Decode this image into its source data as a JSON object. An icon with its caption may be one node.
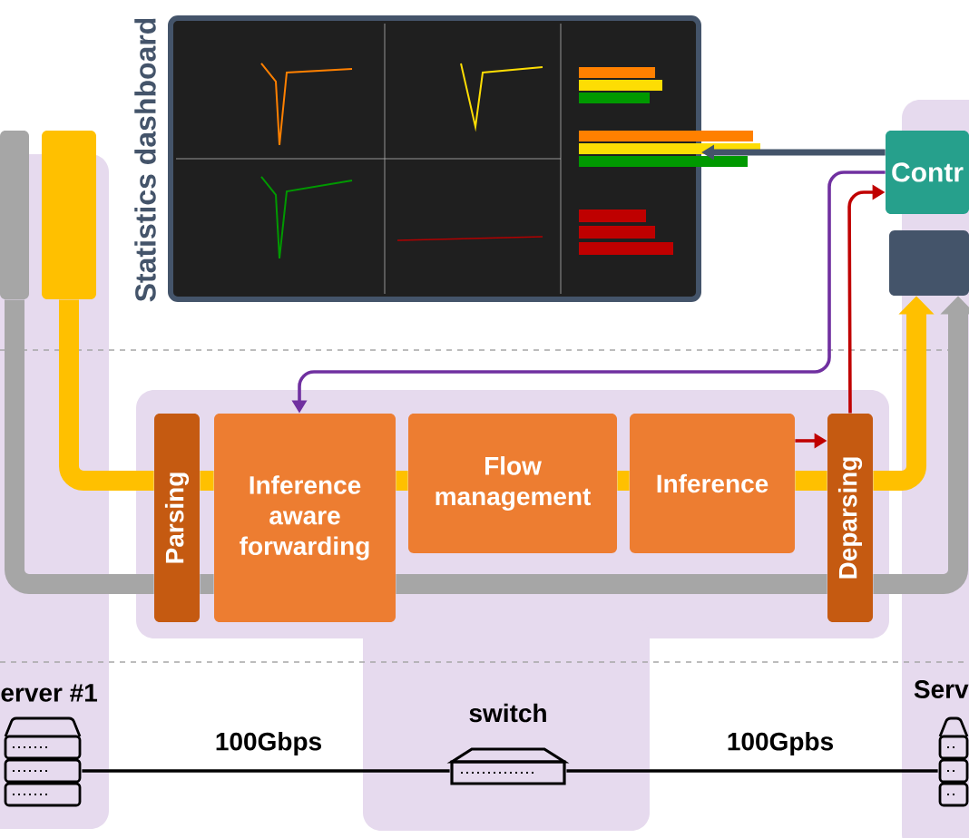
{
  "diagram": {
    "nodes": [
      {
        "text": [],
        "shape": "box"
      },
      {
        "text": [],
        "shape": "box"
      },
      {
        "text": [],
        "shape": "picture",
        "beside": [
          "Statistics dashboard"
        ]
      },
      {
        "text": [
          "Contr"
        ]
      },
      {
        "text": [],
        "shape": "box"
      },
      {
        "text": [
          "Parsing"
        ]
      },
      {
        "text": [
          "Inference aware forwarding"
        ]
      },
      {
        "text": [
          "Flow management"
        ]
      },
      {
        "text": [
          "Inference"
        ]
      },
      {
        "text": [
          "Deparsing"
        ]
      },
      {
        "text": [],
        "shape": "server",
        "beside": [
          "erver #1"
        ]
      },
      {
        "text": [],
        "shape": "switch",
        "beside": [
          "switch"
        ]
      },
      {
        "text": [],
        "shape": "server",
        "beside": [
          "Serv"
        ]
      }
    ],
    "edges": [
      {
        "from": 3,
        "to": 2,
        "arrow": "to",
        "color": "#44546a"
      },
      {
        "from": 3,
        "to": 6,
        "arrow": "to",
        "color": "#7030a0"
      },
      {
        "from": 8,
        "to": 9,
        "arrow": "to",
        "color": "#c00000"
      },
      {
        "from": 9,
        "to": 3,
        "arrow": "to",
        "color": "#c00000"
      },
      {
        "from": 1,
        "to": 5,
        "arrow": "none",
        "color": "#ffc000"
      },
      {
        "from": 5,
        "to": 6,
        "arrow": "none",
        "color": "#ffc000"
      },
      {
        "from": 6,
        "to": 7,
        "arrow": "none",
        "color": "#ffc000"
      },
      {
        "from": 7,
        "to": 8,
        "arrow": "none",
        "color": "#ffc000"
      },
      {
        "from": 8,
        "to": 9,
        "arrow": "none",
        "color": "#ffc000"
      },
      {
        "from": 9,
        "to": 4,
        "arrow": "to",
        "color": "#ffc000"
      },
      {
        "from": 0,
        "to": 5,
        "arrow": "none",
        "color": "#a6a6a6"
      },
      {
        "from": 5,
        "to": 6,
        "arrow": "none",
        "color": "#a6a6a6"
      },
      {
        "from": 6,
        "to": 9,
        "arrow": "none",
        "color": "#a6a6a6"
      },
      {
        "from": 9,
        "to": 4,
        "arrow": "to",
        "color": "#a6a6a6"
      },
      {
        "from": 10,
        "to": 11,
        "arrow": "none",
        "label": "100Gbps",
        "color": "#000000"
      },
      {
        "from": 11,
        "to": 12,
        "arrow": "none",
        "label": "100Gpbs",
        "color": "#000000"
      }
    ]
  }
}
